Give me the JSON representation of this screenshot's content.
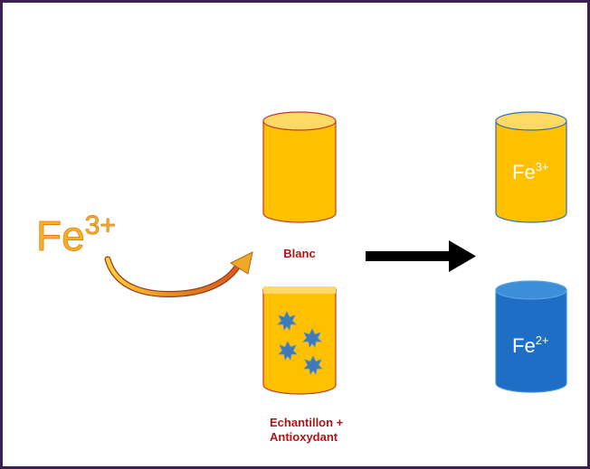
{
  "reactant": {
    "symbol": "Fe",
    "charge": "3+"
  },
  "labels": {
    "blank": "Blanc",
    "sample_line1": "Echantillon +",
    "sample_line2": "Antioxydant"
  },
  "results": [
    {
      "symbol": "Fe",
      "charge": "3+"
    },
    {
      "symbol": "Fe",
      "charge": "2+"
    }
  ],
  "colors": {
    "frame": "#3a1f4f",
    "yellow_can": "#ffc000",
    "yellow_top": "#ffd966",
    "blue_can": "#1f6ec5",
    "blue_top": "#3d8fd8",
    "label_red": "#b01515",
    "arrow": "#000000",
    "curved_arrow": "#e8a52a"
  },
  "icons": [
    "curved-arrow-icon",
    "right-arrow-icon",
    "star-molecule-icon"
  ]
}
